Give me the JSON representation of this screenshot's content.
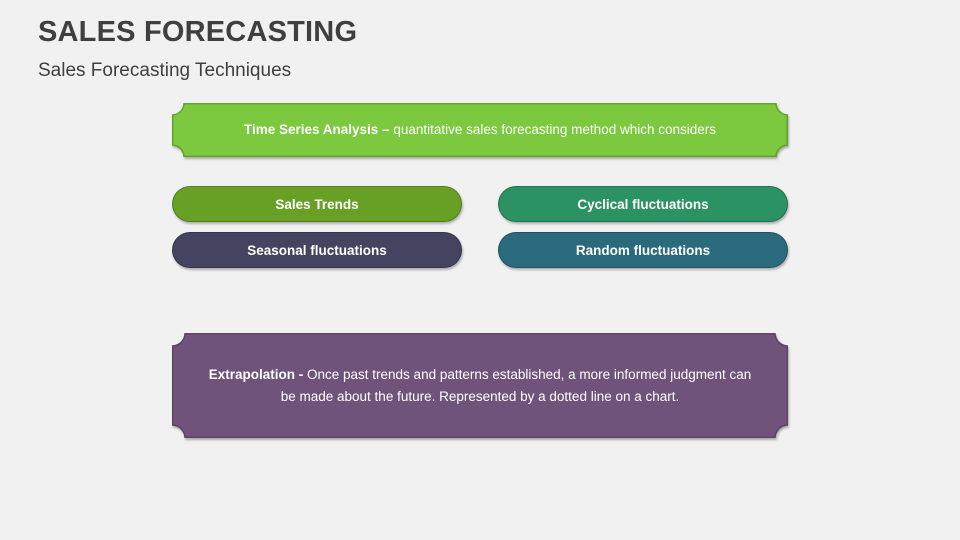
{
  "slide": {
    "title": "SALES FORECASTING",
    "subtitle": "Sales Forecasting Techniques"
  },
  "banners": {
    "time_series": {
      "lead": "Time Series Analysis –",
      "rest": "quantitative sales forecasting method which considers",
      "fill": "#7cc83e",
      "stroke": "#5fa32b"
    },
    "extrapolation": {
      "lead": "Extrapolation -",
      "rest": "Once past trends and patterns established, a more informed judgment can be made about the future. Represented by a dotted line on a chart.",
      "fill": "#6f537a",
      "stroke": "#5c4566"
    }
  },
  "pills": [
    {
      "label": "Sales Trends",
      "color": "#68a025"
    },
    {
      "label": "Cyclical fluctuations",
      "color": "#2b9263"
    },
    {
      "label": "Seasonal fluctuations",
      "color": "#454460"
    },
    {
      "label": "Random fluctuations",
      "color": "#2b6a7c"
    }
  ],
  "colors": {
    "background": "#f1f1f2",
    "text_dark": "#3f3f3f",
    "text_on_shape": "#ffffff"
  }
}
